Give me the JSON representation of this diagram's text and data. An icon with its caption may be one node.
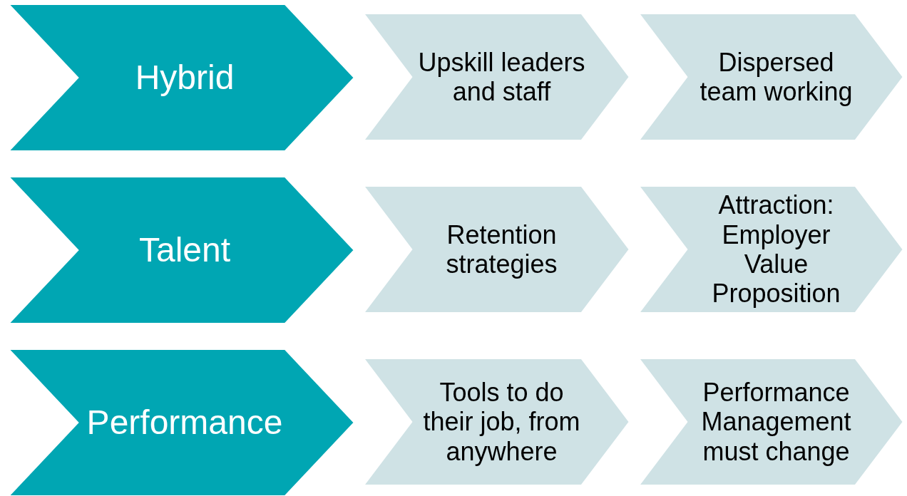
{
  "diagram": {
    "nodes": [
      {
        "text": [
          "Hybrid"
        ]
      },
      {
        "text": [
          "Upskill leaders and staff"
        ]
      },
      {
        "text": [
          "Dispersed team working"
        ]
      },
      {
        "text": [
          "Talent"
        ]
      },
      {
        "text": [
          "Retention strategies"
        ]
      },
      {
        "text": [
          "Attraction: Employer Value Proposition"
        ]
      },
      {
        "text": [
          "Performance"
        ]
      },
      {
        "text": [
          "Tools to do their job, from anywhere"
        ]
      },
      {
        "text": [
          "Performance Management must change"
        ]
      }
    ]
  }
}
